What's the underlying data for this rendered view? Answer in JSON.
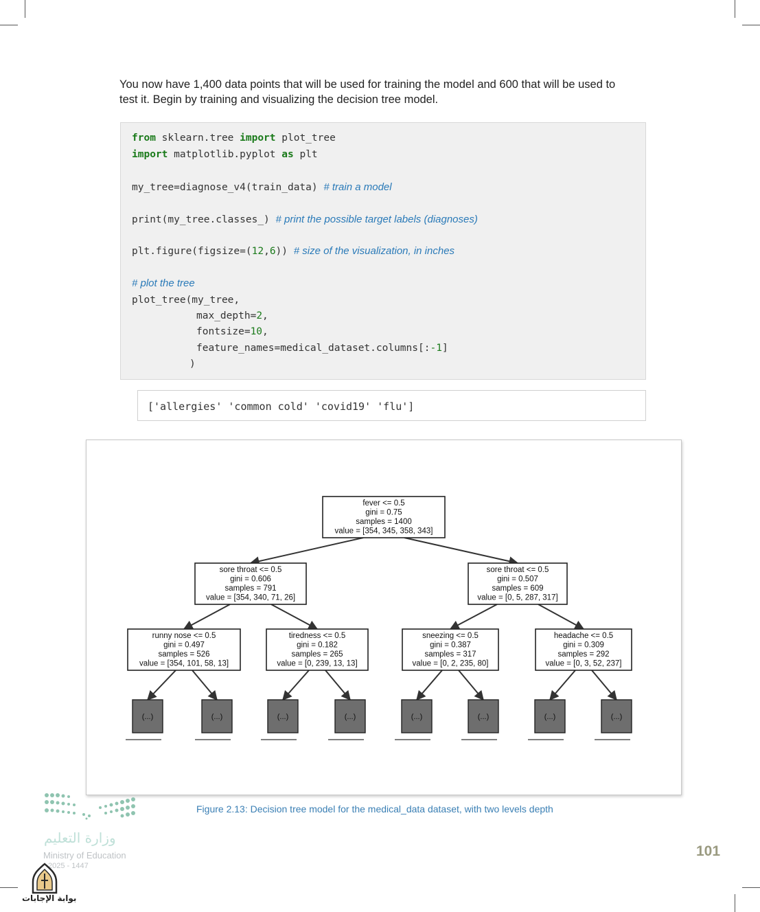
{
  "intro": {
    "line1": "You now have 1,400 data points that will be used for training the model and 600 that will be used to",
    "line2": "test it. Begin by training and visualizing the decision tree model."
  },
  "code": {
    "l1_kw1": "from",
    "l1_mid": " sklearn.tree ",
    "l1_kw2": "import",
    "l1_end": " plot_tree",
    "l2_kw1": "import",
    "l2_mid": " matplotlib.pyplot ",
    "l2_kw2": "as",
    "l2_end": " plt",
    "l3_code": "my_tree=diagnose_v4(train_data) ",
    "l3_comment": "# train a model",
    "l4_code": "print(my_tree.classes_) ",
    "l4_comment": "# print the possible target labels (diagnoses)",
    "l5_a": "plt.figure(figsize=(",
    "l5_n1": "12",
    "l5_b": ",",
    "l5_n2": "6",
    "l5_c": ")) ",
    "l5_comment": "# size of the visualization, in inches",
    "l6_comment": "# plot the tree",
    "l7": "plot_tree(my_tree,",
    "l8_a": "max_depth=",
    "l8_n": "2",
    "l8_b": ",",
    "l9_a": "fontsize=",
    "l9_n": "10",
    "l9_b": ",",
    "l10_a": "feature_names=medical_dataset.columns[:",
    "l10_n": "-1",
    "l10_b": "]",
    "l11": ")"
  },
  "output": "['allergies' 'common cold' 'covid19' 'flu']",
  "tree": {
    "root": [
      "fever <= 0.5",
      "gini = 0.75",
      "samples = 1400",
      "value = [354, 345, 358, 343]"
    ],
    "left": [
      "sore throat <= 0.5",
      "gini = 0.606",
      "samples = 791",
      "value = [354, 340, 71, 26]"
    ],
    "right": [
      "sore throat <= 0.5",
      "gini = 0.507",
      "samples = 609",
      "value = [0, 5, 287, 317]"
    ],
    "ll": [
      "runny nose <= 0.5",
      "gini = 0.497",
      "samples = 526",
      "value = [354, 101, 58, 13]"
    ],
    "lr": [
      "tiredness <= 0.5",
      "gini = 0.182",
      "samples = 265",
      "value = [0, 239, 13, 13]"
    ],
    "rl": [
      "sneezing <= 0.5",
      "gini = 0.387",
      "samples = 317",
      "value = [0, 2, 235, 80]"
    ],
    "rr": [
      "headache <= 0.5",
      "gini = 0.309",
      "samples = 292",
      "value = [0, 3, 52, 237]"
    ],
    "leaf_label": "(...)",
    "node_color": "#ffffff",
    "leaf_color": "#6e6e6e"
  },
  "caption": "Figure 2.13: Decision tree model for the medical_data dataset, with two levels depth",
  "footer": {
    "ministry_ar": "وزارة التعليم",
    "ministry_en": "Ministry of Education",
    "years": "2025 - 1447",
    "page_number": "101",
    "portal_label": "بوابة الإجابات"
  }
}
